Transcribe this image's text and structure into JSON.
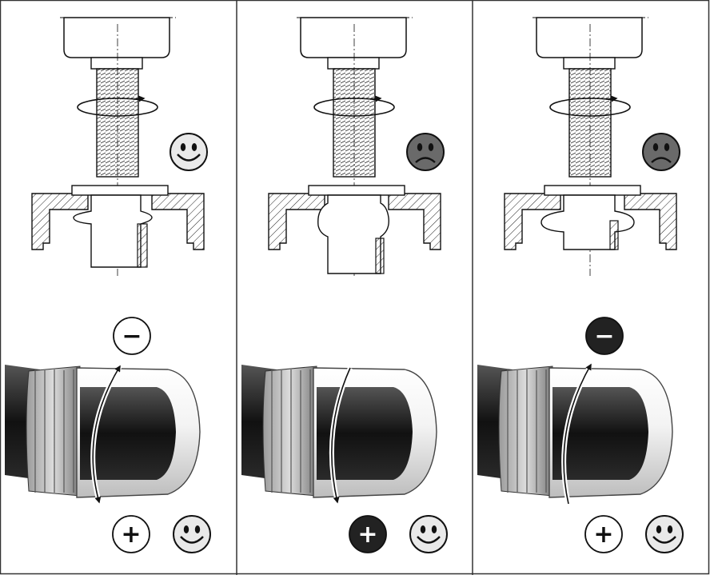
{
  "panels": [
    {
      "id": "left",
      "assessment": "good",
      "assessment_icon": "smiley-happy-icon",
      "rivet_state": "correct-bulge",
      "adjust_minus": {
        "glyph": "−",
        "highlighted": false
      },
      "adjust_plus": {
        "glyph": "+",
        "highlighted": false
      },
      "adjust_arrow": "both-directions",
      "result_icon": "smiley-happy-icon"
    },
    {
      "id": "middle",
      "assessment": "bad",
      "assessment_icon": "smiley-sad-icon",
      "rivet_state": "over-compressed",
      "adjust_minus": null,
      "adjust_plus": {
        "glyph": "+",
        "highlighted": true
      },
      "adjust_arrow": "turn-toward-plus",
      "result_icon": "smiley-happy-icon"
    },
    {
      "id": "right",
      "assessment": "bad",
      "assessment_icon": "smiley-sad-icon",
      "rivet_state": "under-set",
      "adjust_minus": {
        "glyph": "−",
        "highlighted": true
      },
      "adjust_plus": {
        "glyph": "+",
        "highlighted": false
      },
      "adjust_arrow": "turn-toward-minus",
      "result_icon": "smiley-happy-icon"
    }
  ],
  "colors": {
    "line": "#1a1a1a",
    "smiley_happy_fill": "#e9e9e9",
    "smiley_sad_fill": "#6a6a6a",
    "highlight_fill": "#222222",
    "border": "#333333"
  }
}
